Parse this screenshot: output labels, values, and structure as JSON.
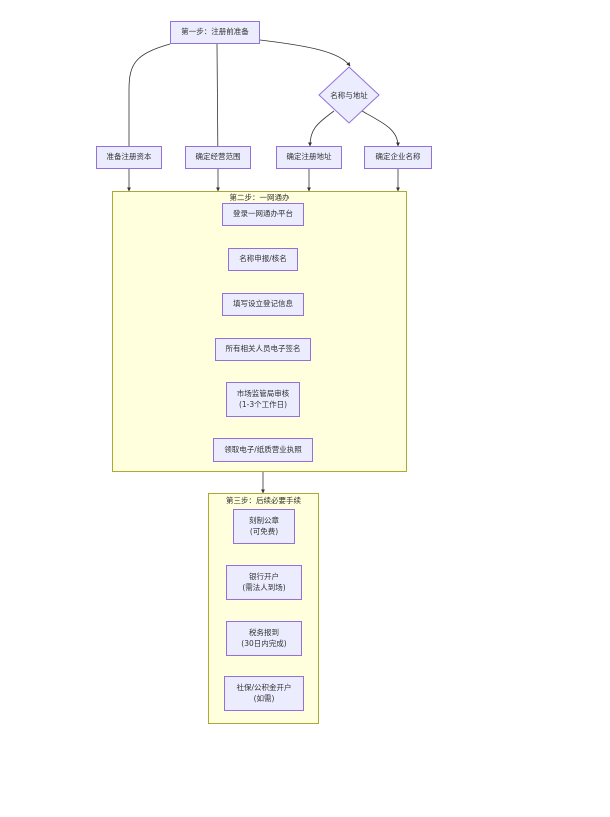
{
  "step1": {
    "title": "第一步：注册前准备",
    "decision": "名称与地址",
    "items": [
      "准备注册资本",
      "确定经营范围",
      "确定注册地址",
      "确定企业名称"
    ]
  },
  "step2": {
    "title": "第二步：一网通办",
    "steps": [
      {
        "line1": "登录一网通办平台",
        "line2": ""
      },
      {
        "line1": "名称申报/核名",
        "line2": ""
      },
      {
        "line1": "填写设立登记信息",
        "line2": ""
      },
      {
        "line1": "所有相关人员电子签名",
        "line2": ""
      },
      {
        "line1": "市场监管局审核",
        "line2": "(1-3个工作日)"
      },
      {
        "line1": "领取电子/纸质营业执照",
        "line2": ""
      }
    ]
  },
  "step3": {
    "title": "第三步：后续必要手续",
    "steps": [
      {
        "line1": "刻制公章",
        "line2": "(可免费)"
      },
      {
        "line1": "银行开户",
        "line2": "(需法人到场)"
      },
      {
        "line1": "税务报到",
        "line2": "(30日内完成)"
      },
      {
        "line1": "社保/公积金开户",
        "line2": "(如需)"
      }
    ]
  },
  "colors": {
    "node_fill": "#ECECFF",
    "node_stroke": "#9370DB",
    "cluster_fill": "#FFFFDE",
    "cluster_stroke": "#AAAA33",
    "edge": "#333333"
  }
}
